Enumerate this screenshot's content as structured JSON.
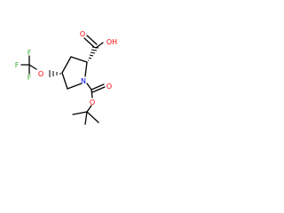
{
  "molecule": {
    "atoms": {
      "f_top": "F",
      "f_left": "F",
      "f_bottom": "F",
      "o_ether": "O",
      "n_ring": "N",
      "o_carbonyl_acid": "O",
      "oh_acid": "OH",
      "o_carbonyl_boc": "O",
      "o_ester_boc": "O"
    },
    "colors": {
      "carbon_bonds": "#000000",
      "oxygen": "#ff0000",
      "nitrogen": "#0000ff",
      "fluorine": "#33aa33"
    }
  }
}
